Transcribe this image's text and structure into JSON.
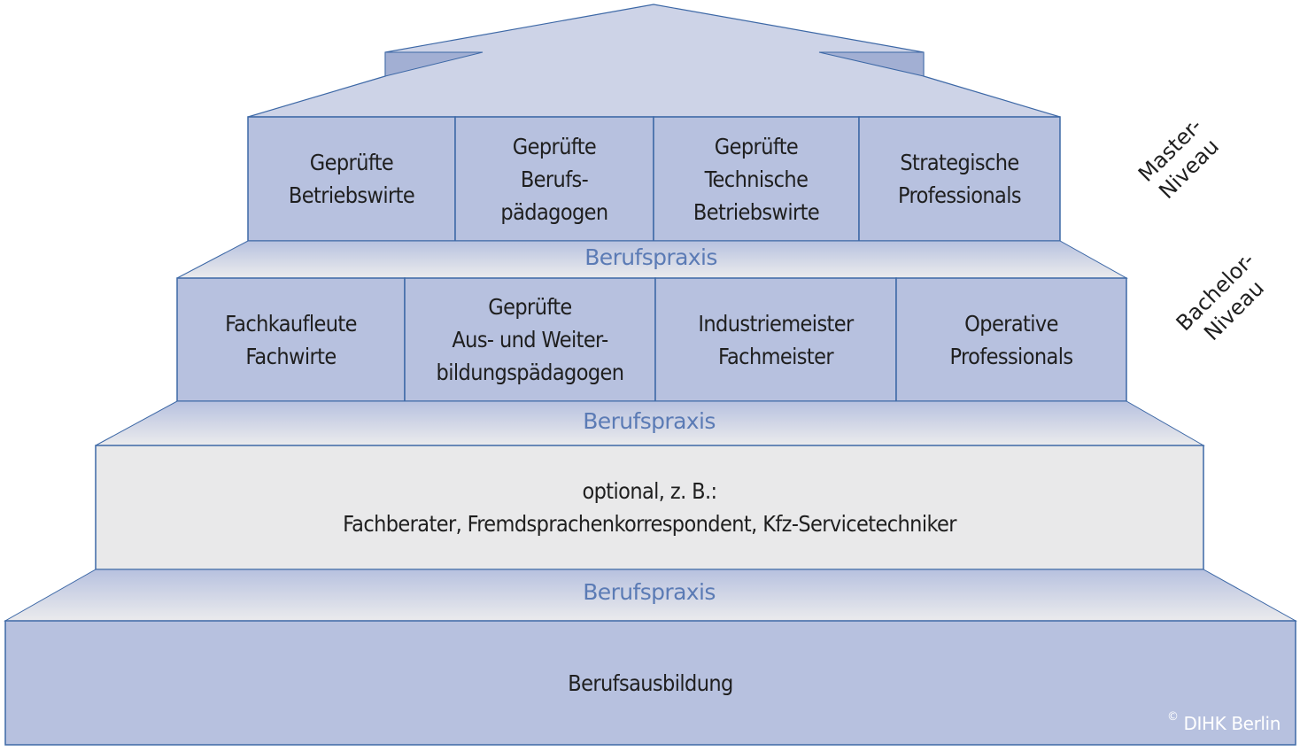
{
  "colors": {
    "box_fill": "#b7c1df",
    "roof_fill": "#cdd3e7",
    "roof_dark": "#a2afd3",
    "light_fill": "#e9e9ea",
    "outline": "#3d68a6",
    "praxis_text": "#5b7bb5",
    "text": "#1f1f1f"
  },
  "levels": {
    "master": [
      "Master-",
      "Niveau"
    ],
    "bachelor": [
      "Bachelor-",
      "Niveau"
    ]
  },
  "top_row": [
    {
      "lines": [
        "Geprüfte",
        "Betriebswirte"
      ]
    },
    {
      "lines": [
        "Geprüfte",
        "Berufs-",
        "pädagogen"
      ]
    },
    {
      "lines": [
        "Geprüfte",
        "Technische",
        "Betriebswirte"
      ]
    },
    {
      "lines": [
        "Strategische",
        "Professionals"
      ]
    }
  ],
  "middle_row": [
    {
      "lines": [
        "Fachkaufleute",
        "Fachwirte"
      ]
    },
    {
      "lines": [
        "Geprüfte",
        "Aus- und Weiter-",
        "bildungspädagogen"
      ]
    },
    {
      "lines": [
        "Industriemeister",
        "Fachmeister"
      ]
    },
    {
      "lines": [
        "Operative",
        "Professionals"
      ]
    }
  ],
  "praxis_labels": [
    "Berufspraxis",
    "Berufspraxis",
    "Berufspraxis"
  ],
  "optional_box": {
    "lines": [
      "optional, z. B.:",
      "Fachberater, Fremdsprachenkorrespondent, Kfz-Servicetechniker"
    ]
  },
  "base_box": {
    "label": "Berufsausbildung"
  },
  "copyright": {
    "symbol": "©",
    "text": "DIHK Berlin"
  }
}
